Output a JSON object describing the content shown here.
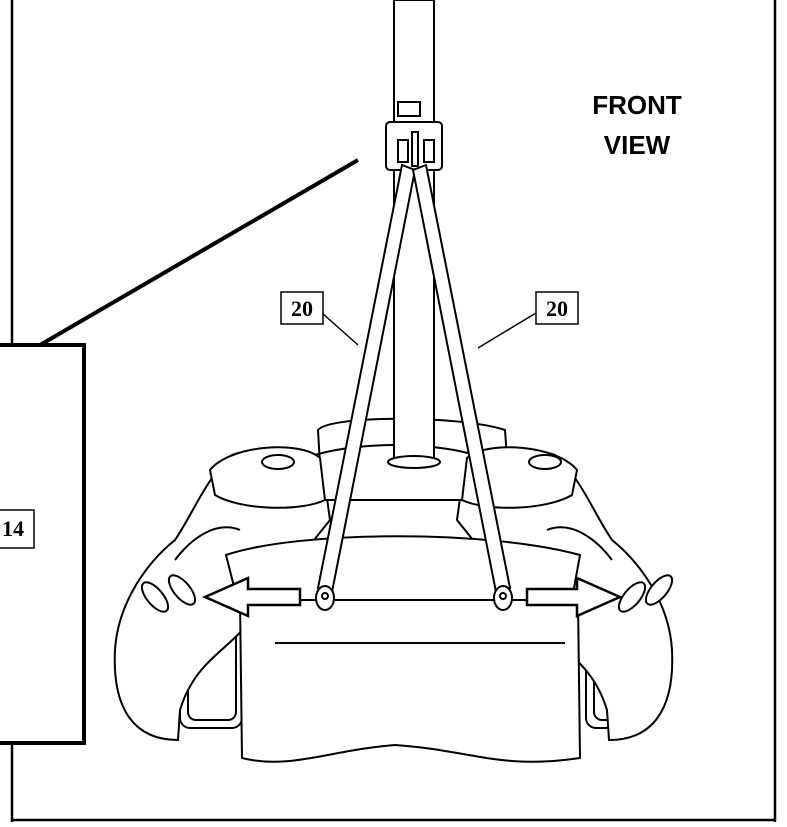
{
  "view_label": {
    "line1": "FRONT",
    "line2": "VIEW"
  },
  "callouts": {
    "left": "20",
    "right": "20",
    "detail": "14"
  }
}
